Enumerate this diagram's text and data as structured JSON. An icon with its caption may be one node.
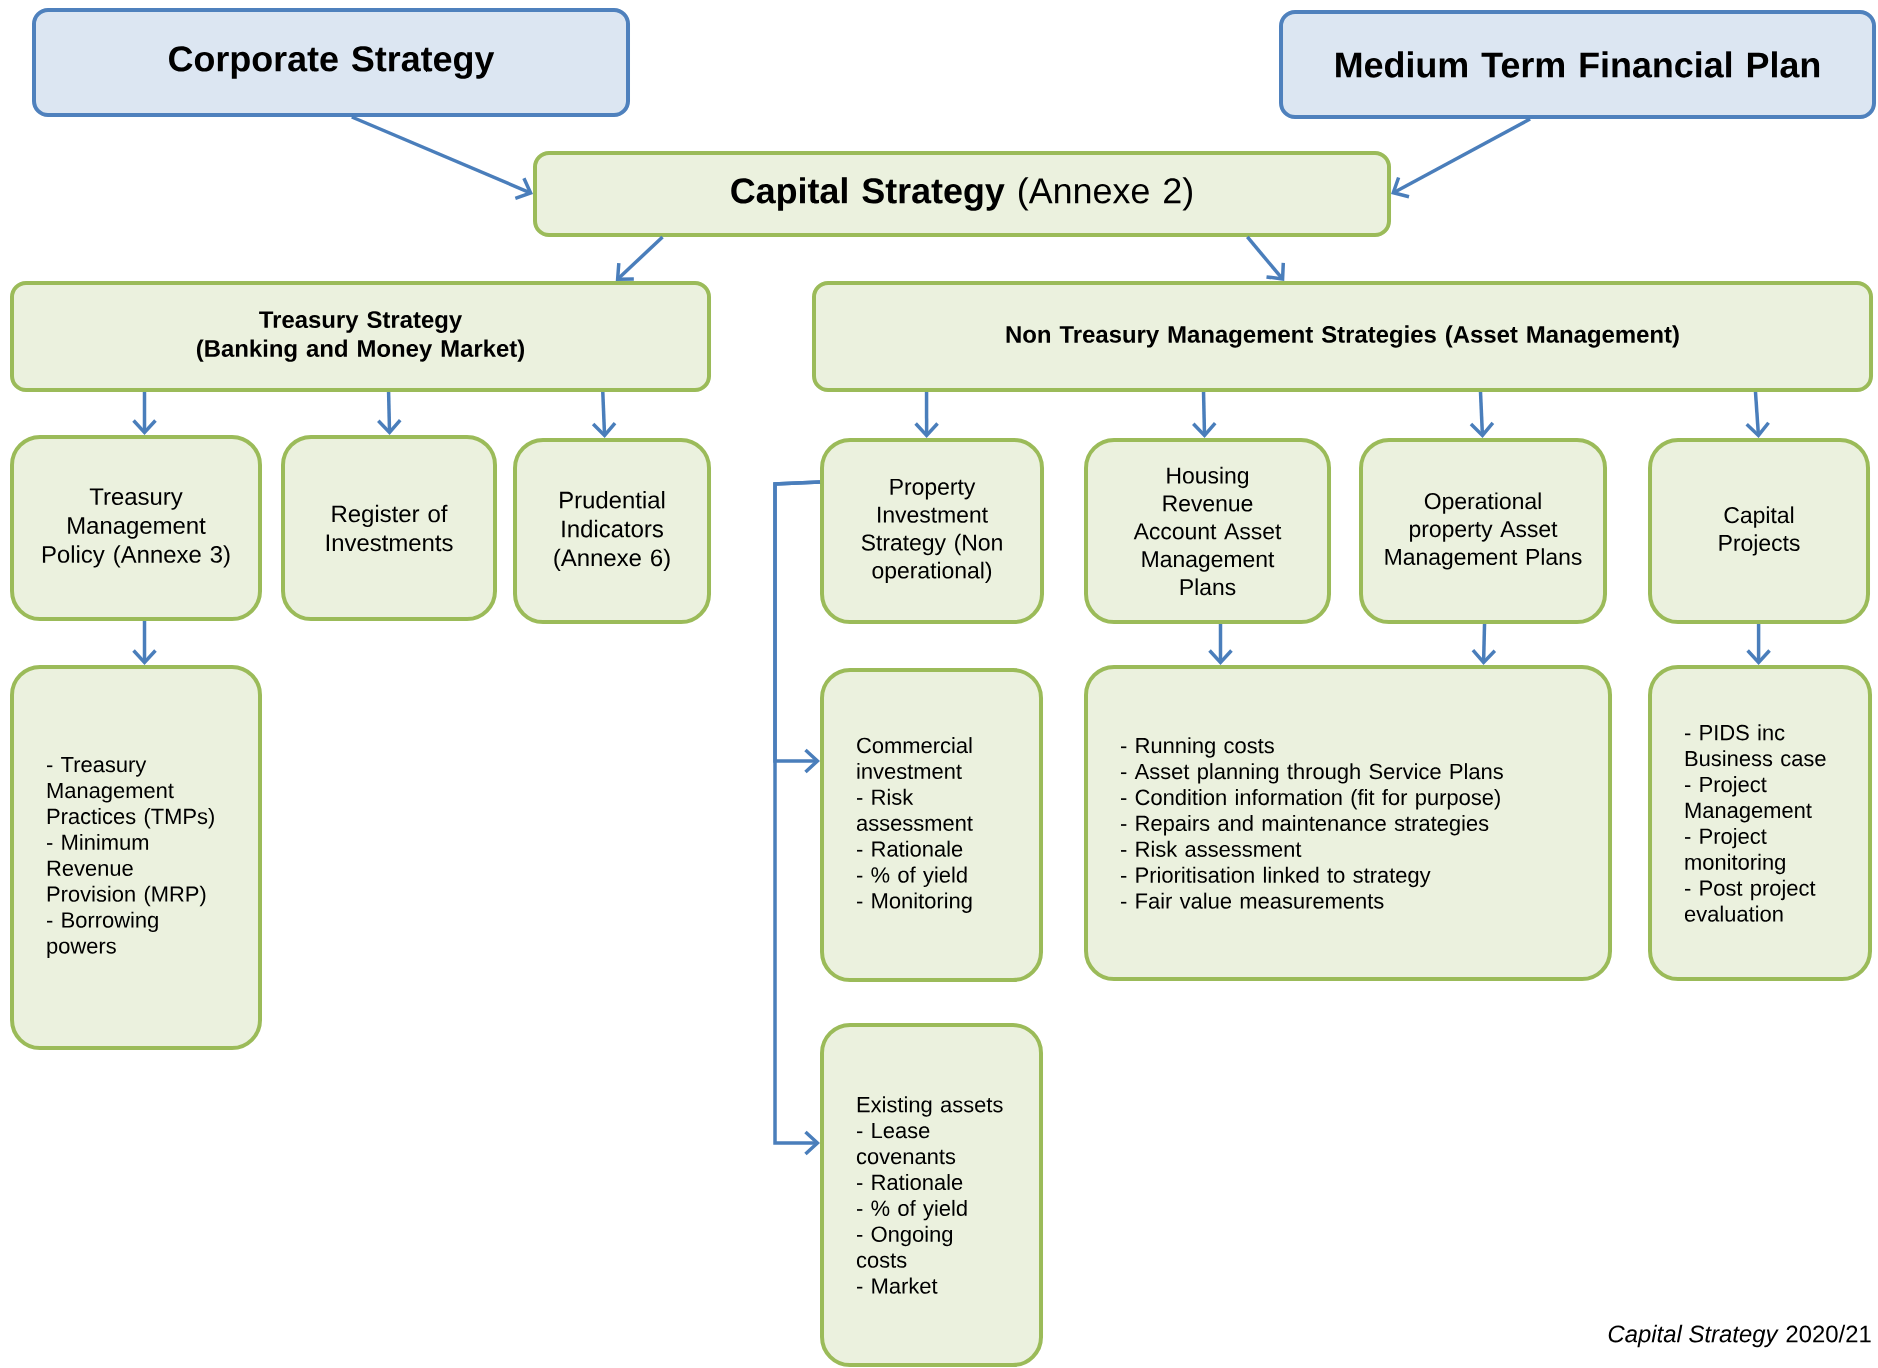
{
  "diagram": {
    "caption": "*Capital Strategy* 2020/21",
    "nodes": [
      {
        "text": [
          "Corporate Strategy"
        ]
      },
      {
        "text": [
          "Medium Term Financial Plan"
        ]
      },
      {
        "text": [
          "**Capital Strategy** (Annexe 2)"
        ]
      },
      {
        "text": [
          "Treasury Strategy",
          "(Banking and Money Market)"
        ]
      },
      {
        "text": [
          "Non Treasury Management Strategies (Asset Management)"
        ]
      },
      {
        "text": [
          "Treasury Management Policy (Annexe 3)"
        ]
      },
      {
        "text": [
          "Register of Investments"
        ]
      },
      {
        "text": [
          "Prudential Indicators (Annexe 6)"
        ]
      },
      {
        "text": [
          "Property Investment Strategy (Non operational)"
        ]
      },
      {
        "text": [
          "Housing Revenue Account Asset Management Plans"
        ]
      },
      {
        "text": [
          "Operational property Asset Management Plans"
        ]
      },
      {
        "text": [
          "Capital Projects"
        ]
      },
      {
        "text": [
          "- Treasury Management Practices (TMPs)",
          "- Minimum Revenue Provision (MRP)",
          "- Borrowing powers"
        ]
      },
      {
        "text": [
          "Commercial investment",
          "- Risk assessment",
          "- Rationale",
          "- % of yield",
          "- Monitoring"
        ]
      },
      {
        "text": [
          "- Running costs",
          "- Asset planning through Service Plans",
          "- Condition information (fit for purpose)",
          "- Repairs and maintenance strategies",
          "- Risk assessment",
          "- Prioritisation linked to strategy",
          "- Fair value measurements"
        ]
      },
      {
        "text": [
          "- PIDS inc Business case",
          "- Project Management",
          "- Project monitoring",
          "- Post project evaluation"
        ]
      },
      {
        "text": [
          "Existing assets",
          "- Lease covenants",
          "- Rationale",
          "- % of yield",
          "- Ongoing costs",
          "- Market"
        ]
      }
    ],
    "edges": [
      {
        "from": 0,
        "to": 2,
        "arrow": "to"
      },
      {
        "from": 1,
        "to": 2,
        "arrow": "to"
      },
      {
        "from": 2,
        "to": 3,
        "arrow": "to"
      },
      {
        "from": 2,
        "to": 4,
        "arrow": "to"
      },
      {
        "from": 3,
        "to": 5,
        "arrow": "to"
      },
      {
        "from": 3,
        "to": 6,
        "arrow": "to"
      },
      {
        "from": 3,
        "to": 7,
        "arrow": "to"
      },
      {
        "from": 4,
        "to": 8,
        "arrow": "to"
      },
      {
        "from": 4,
        "to": 9,
        "arrow": "to"
      },
      {
        "from": 4,
        "to": 10,
        "arrow": "to"
      },
      {
        "from": 4,
        "to": 11,
        "arrow": "to"
      },
      {
        "from": 5,
        "to": 12,
        "arrow": "to"
      },
      {
        "from": 8,
        "to": 13,
        "arrow": "to"
      },
      {
        "from": 8,
        "to": 16,
        "arrow": "to"
      },
      {
        "from": 9,
        "to": 14,
        "arrow": "to"
      },
      {
        "from": 10,
        "to": 14,
        "arrow": "to"
      },
      {
        "from": 11,
        "to": 15,
        "arrow": "to"
      }
    ]
  }
}
